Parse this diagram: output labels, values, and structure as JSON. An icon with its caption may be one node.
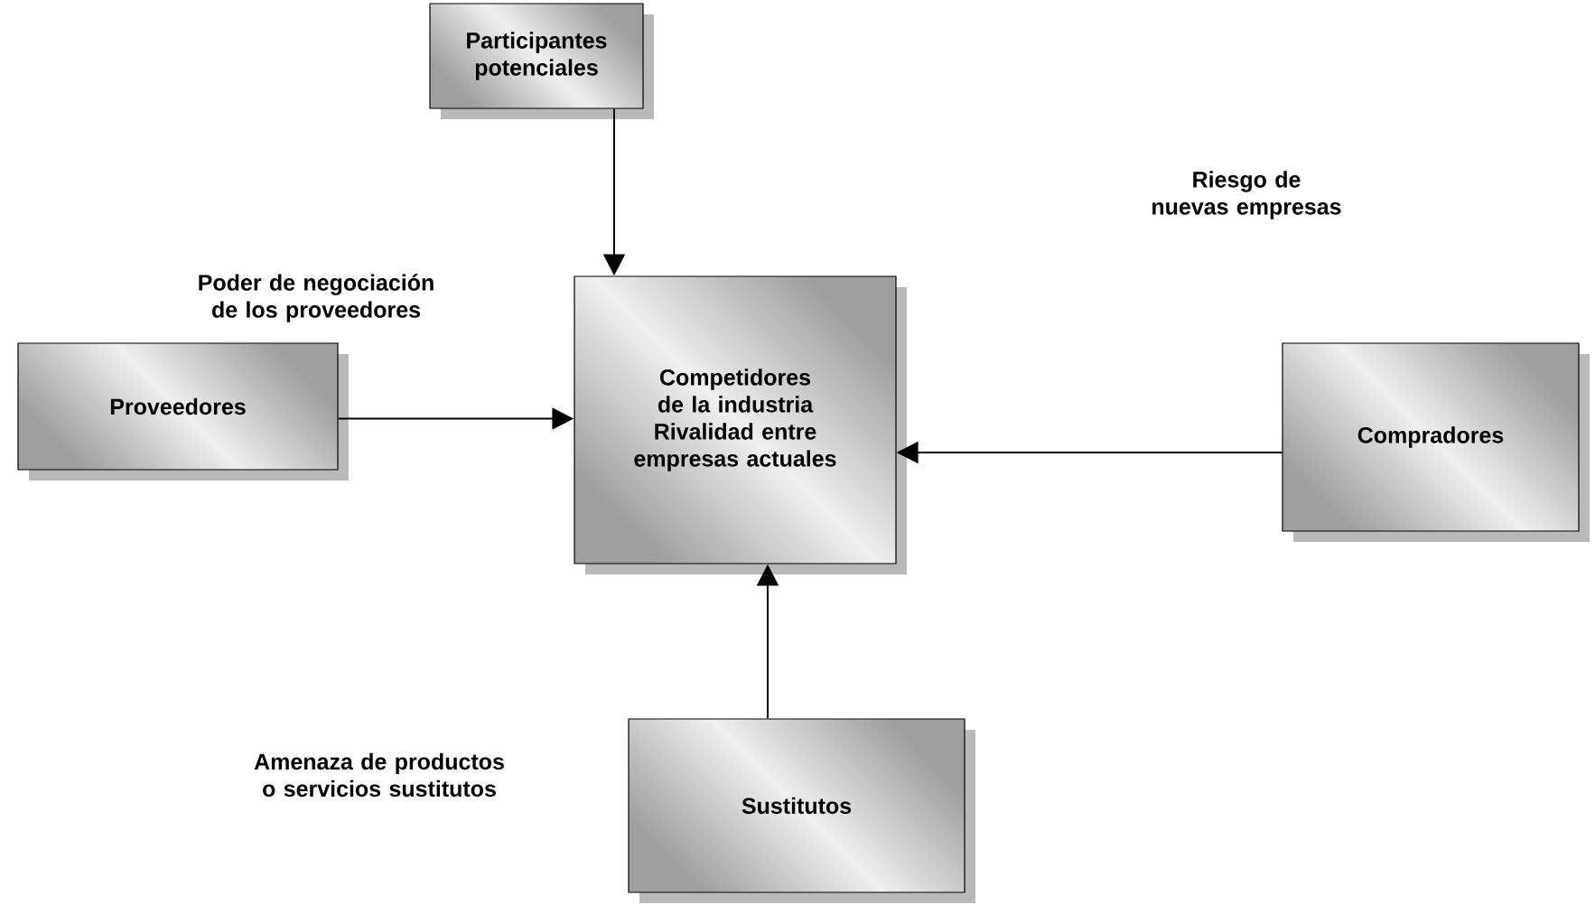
{
  "diagram": {
    "nodes": [
      {
        "text": [
          "Participantes potenciales"
        ]
      },
      {
        "text": [
          "Competidores de la industria",
          "Rivalidad entre empresas actuales"
        ]
      },
      {
        "text": [
          "Proveedores"
        ]
      },
      {
        "text": [
          "Compradores"
        ]
      },
      {
        "text": [
          "Sustitutos"
        ]
      }
    ],
    "edges": [
      {
        "from": 0,
        "to": 1,
        "arrow": "to"
      },
      {
        "from": 2,
        "to": 1,
        "arrow": "to"
      },
      {
        "from": 3,
        "to": 1,
        "arrow": "to"
      },
      {
        "from": 4,
        "to": 1,
        "arrow": "to"
      }
    ],
    "labels": [
      "Riesgo de nuevas empresas",
      "Poder de negociación de los proveedores",
      "Amenaza de productos o servicios sustitutos"
    ]
  }
}
